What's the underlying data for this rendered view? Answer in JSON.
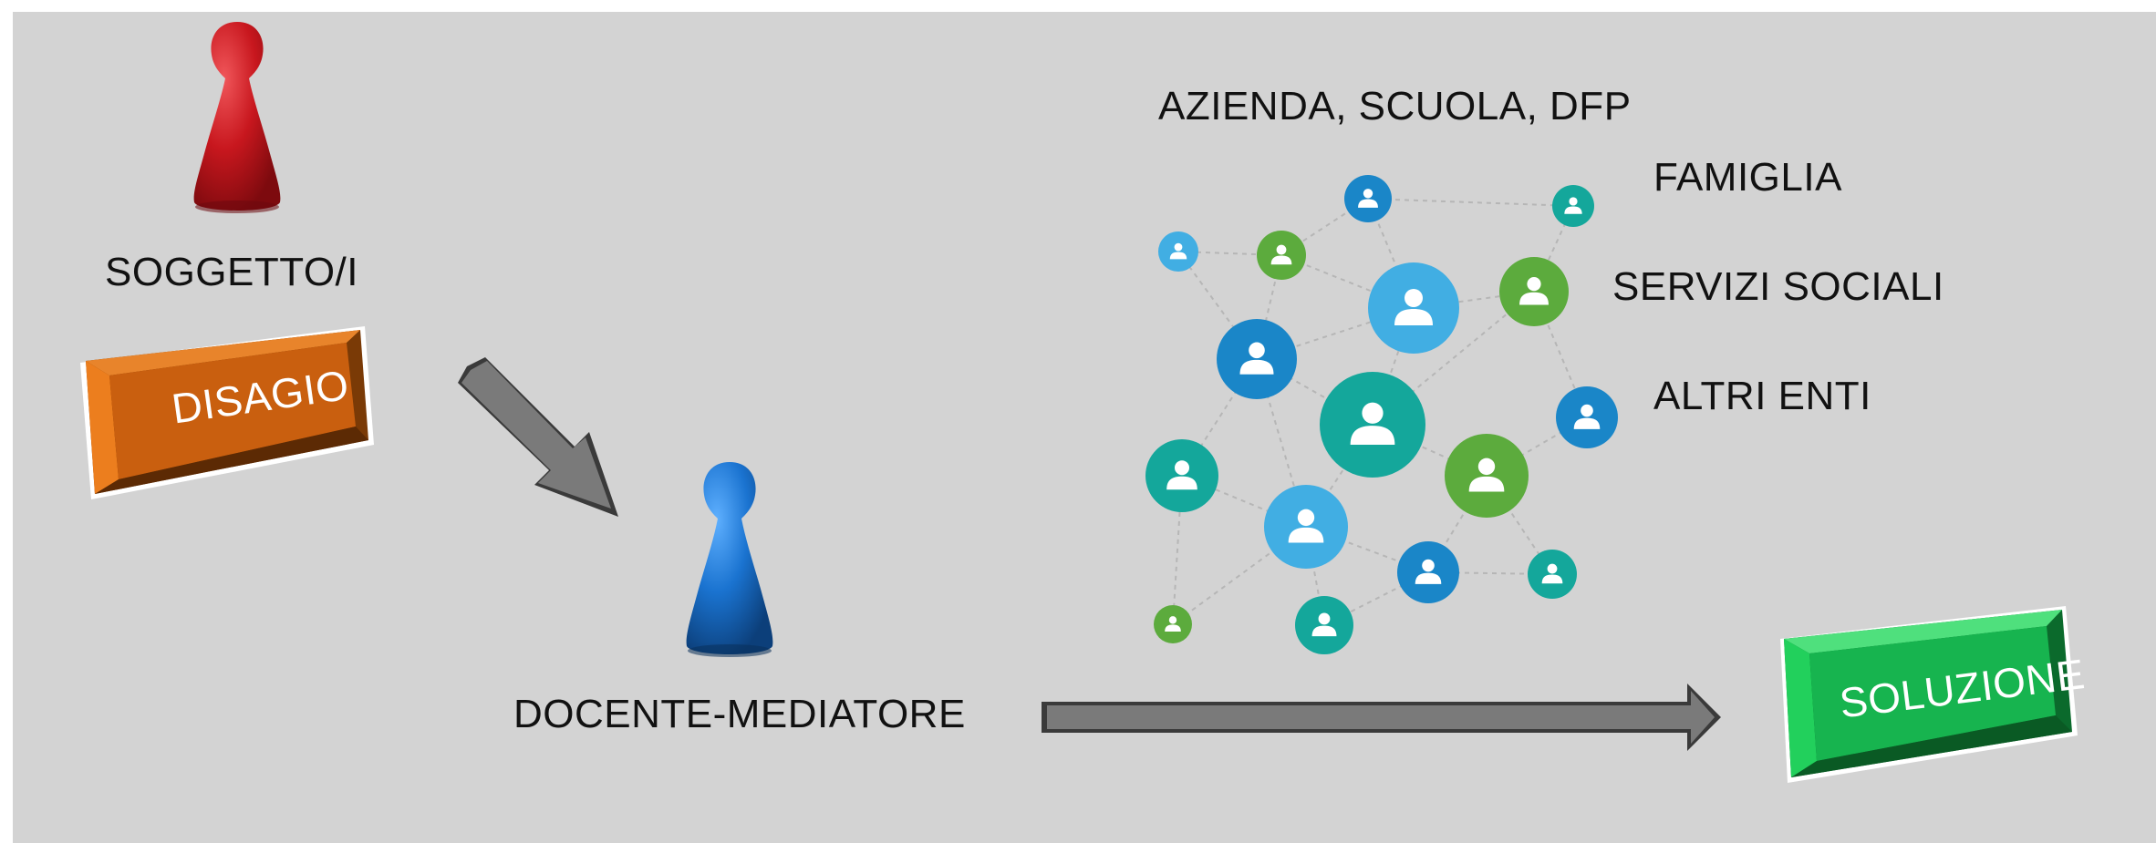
{
  "labels": {
    "subject": "SOGGETTO/I",
    "problem": "DISAGIO",
    "mediator": "DOCENTE-MEDIATORE",
    "solution": "SOLUZIONE",
    "network": [
      "AZIENDA, SCUOLA, DFP",
      "FAMIGLIA",
      "SERVIZI SOCIALI",
      "ALTRI ENTI"
    ]
  },
  "colors": {
    "background": "#d3d3d3",
    "subject_pawn": "#c8171e",
    "mediator_pawn": "#1a73d0",
    "problem_block": "#c95f0f",
    "solution_block": "#17b44f",
    "arrow": "#7a7a7a"
  },
  "icons": [
    "red-pawn-icon",
    "blue-pawn-icon",
    "people-network-icon",
    "arrow-icon"
  ]
}
